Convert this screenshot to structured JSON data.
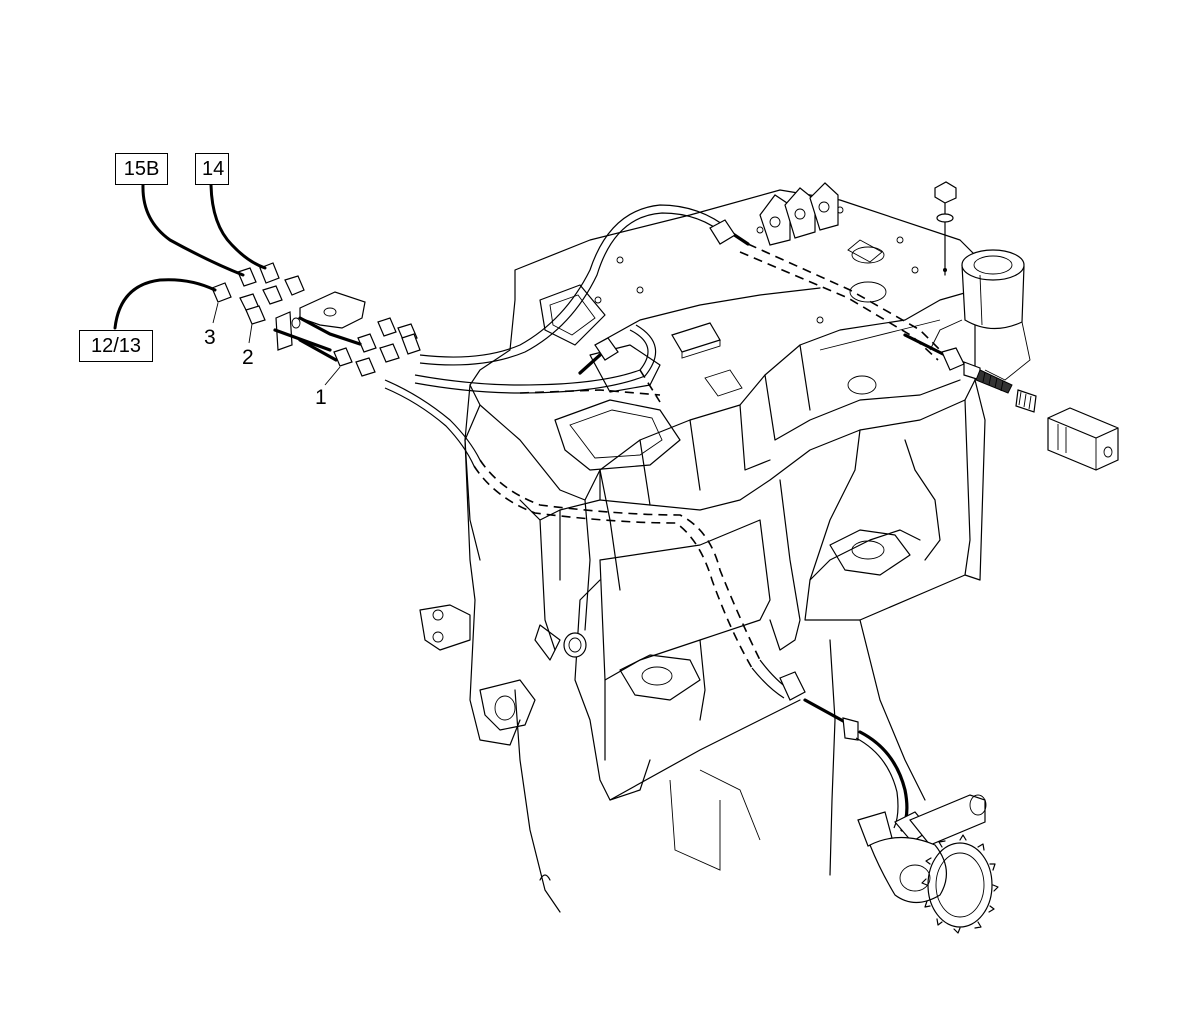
{
  "callouts": {
    "label_15b": "15B",
    "label_14": "14",
    "label_12_13": "12/13",
    "item_3": "3",
    "item_2": "2",
    "item_1": "1"
  }
}
